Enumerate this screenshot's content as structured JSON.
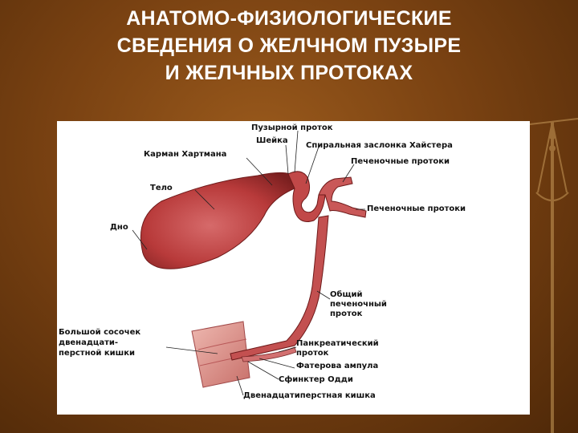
{
  "title": {
    "line1": "АНАТОМО-ФИЗИОЛОГИЧЕСКИЕ",
    "line2": "СВЕДЕНИЯ О ЖЕЛЧНОМ ПУЗЫРЕ",
    "line3": "И ЖЕЛЧНЫХ ПРОТОКАХ"
  },
  "figure": {
    "labels": {
      "cystic_duct": "Пузырной проток",
      "neck": "Шейка",
      "spiral_valve": "Спиральная заслонка Хайстера",
      "hartmann_pouch": "Карман Хартмана",
      "hepatic_ducts_1": "Печеночные протоки",
      "body": "Тело",
      "hepatic_ducts_2": "Печеночные протоки",
      "fundus": "Дно",
      "common_hepatic_1": "Общий",
      "common_hepatic_2": "печеночный",
      "common_hepatic_3": "проток",
      "major_papilla_1": "Большой сосочек",
      "major_papilla_2": "двенадцати-",
      "major_papilla_3": "перстной кишки",
      "pancreatic_duct_1": "Панкреатический",
      "pancreatic_duct_2": "проток",
      "vater_ampulla": "Фатерова ампула",
      "oddi_sphincter": "Сфинктер Одди",
      "duodenum": "Двенадцатиперстная кишка"
    }
  },
  "colors": {
    "background": "#7a4212",
    "title_text": "#ffffff",
    "organ": "#b83a3a"
  }
}
